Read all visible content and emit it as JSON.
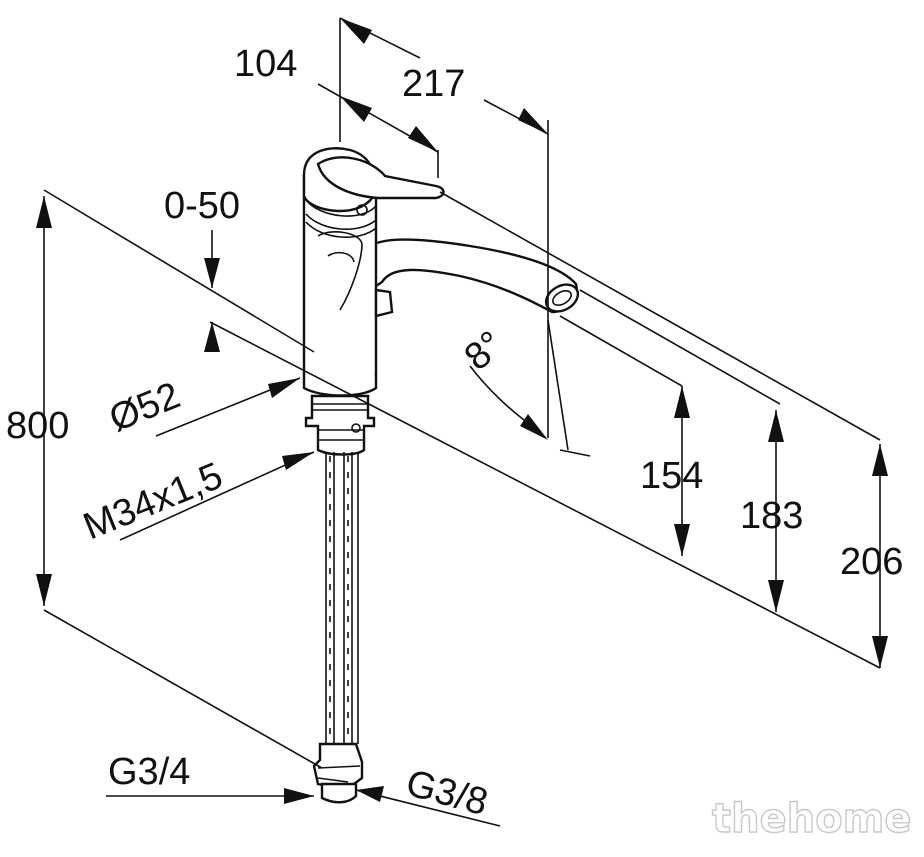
{
  "dimensions": {
    "d104": "104",
    "d217": "217",
    "d050": "0-50",
    "d800": "800",
    "d52": "Ø52",
    "dM34": "M34x1,5",
    "d8deg": "8°",
    "d154": "154",
    "d183": "183",
    "d206": "206",
    "dG34": "G3/4",
    "dG38": "G3/8"
  },
  "watermark": "thehome",
  "colors": {
    "line": "#111111",
    "background": "#ffffff",
    "watermark_outline": "#c8c8c8"
  }
}
